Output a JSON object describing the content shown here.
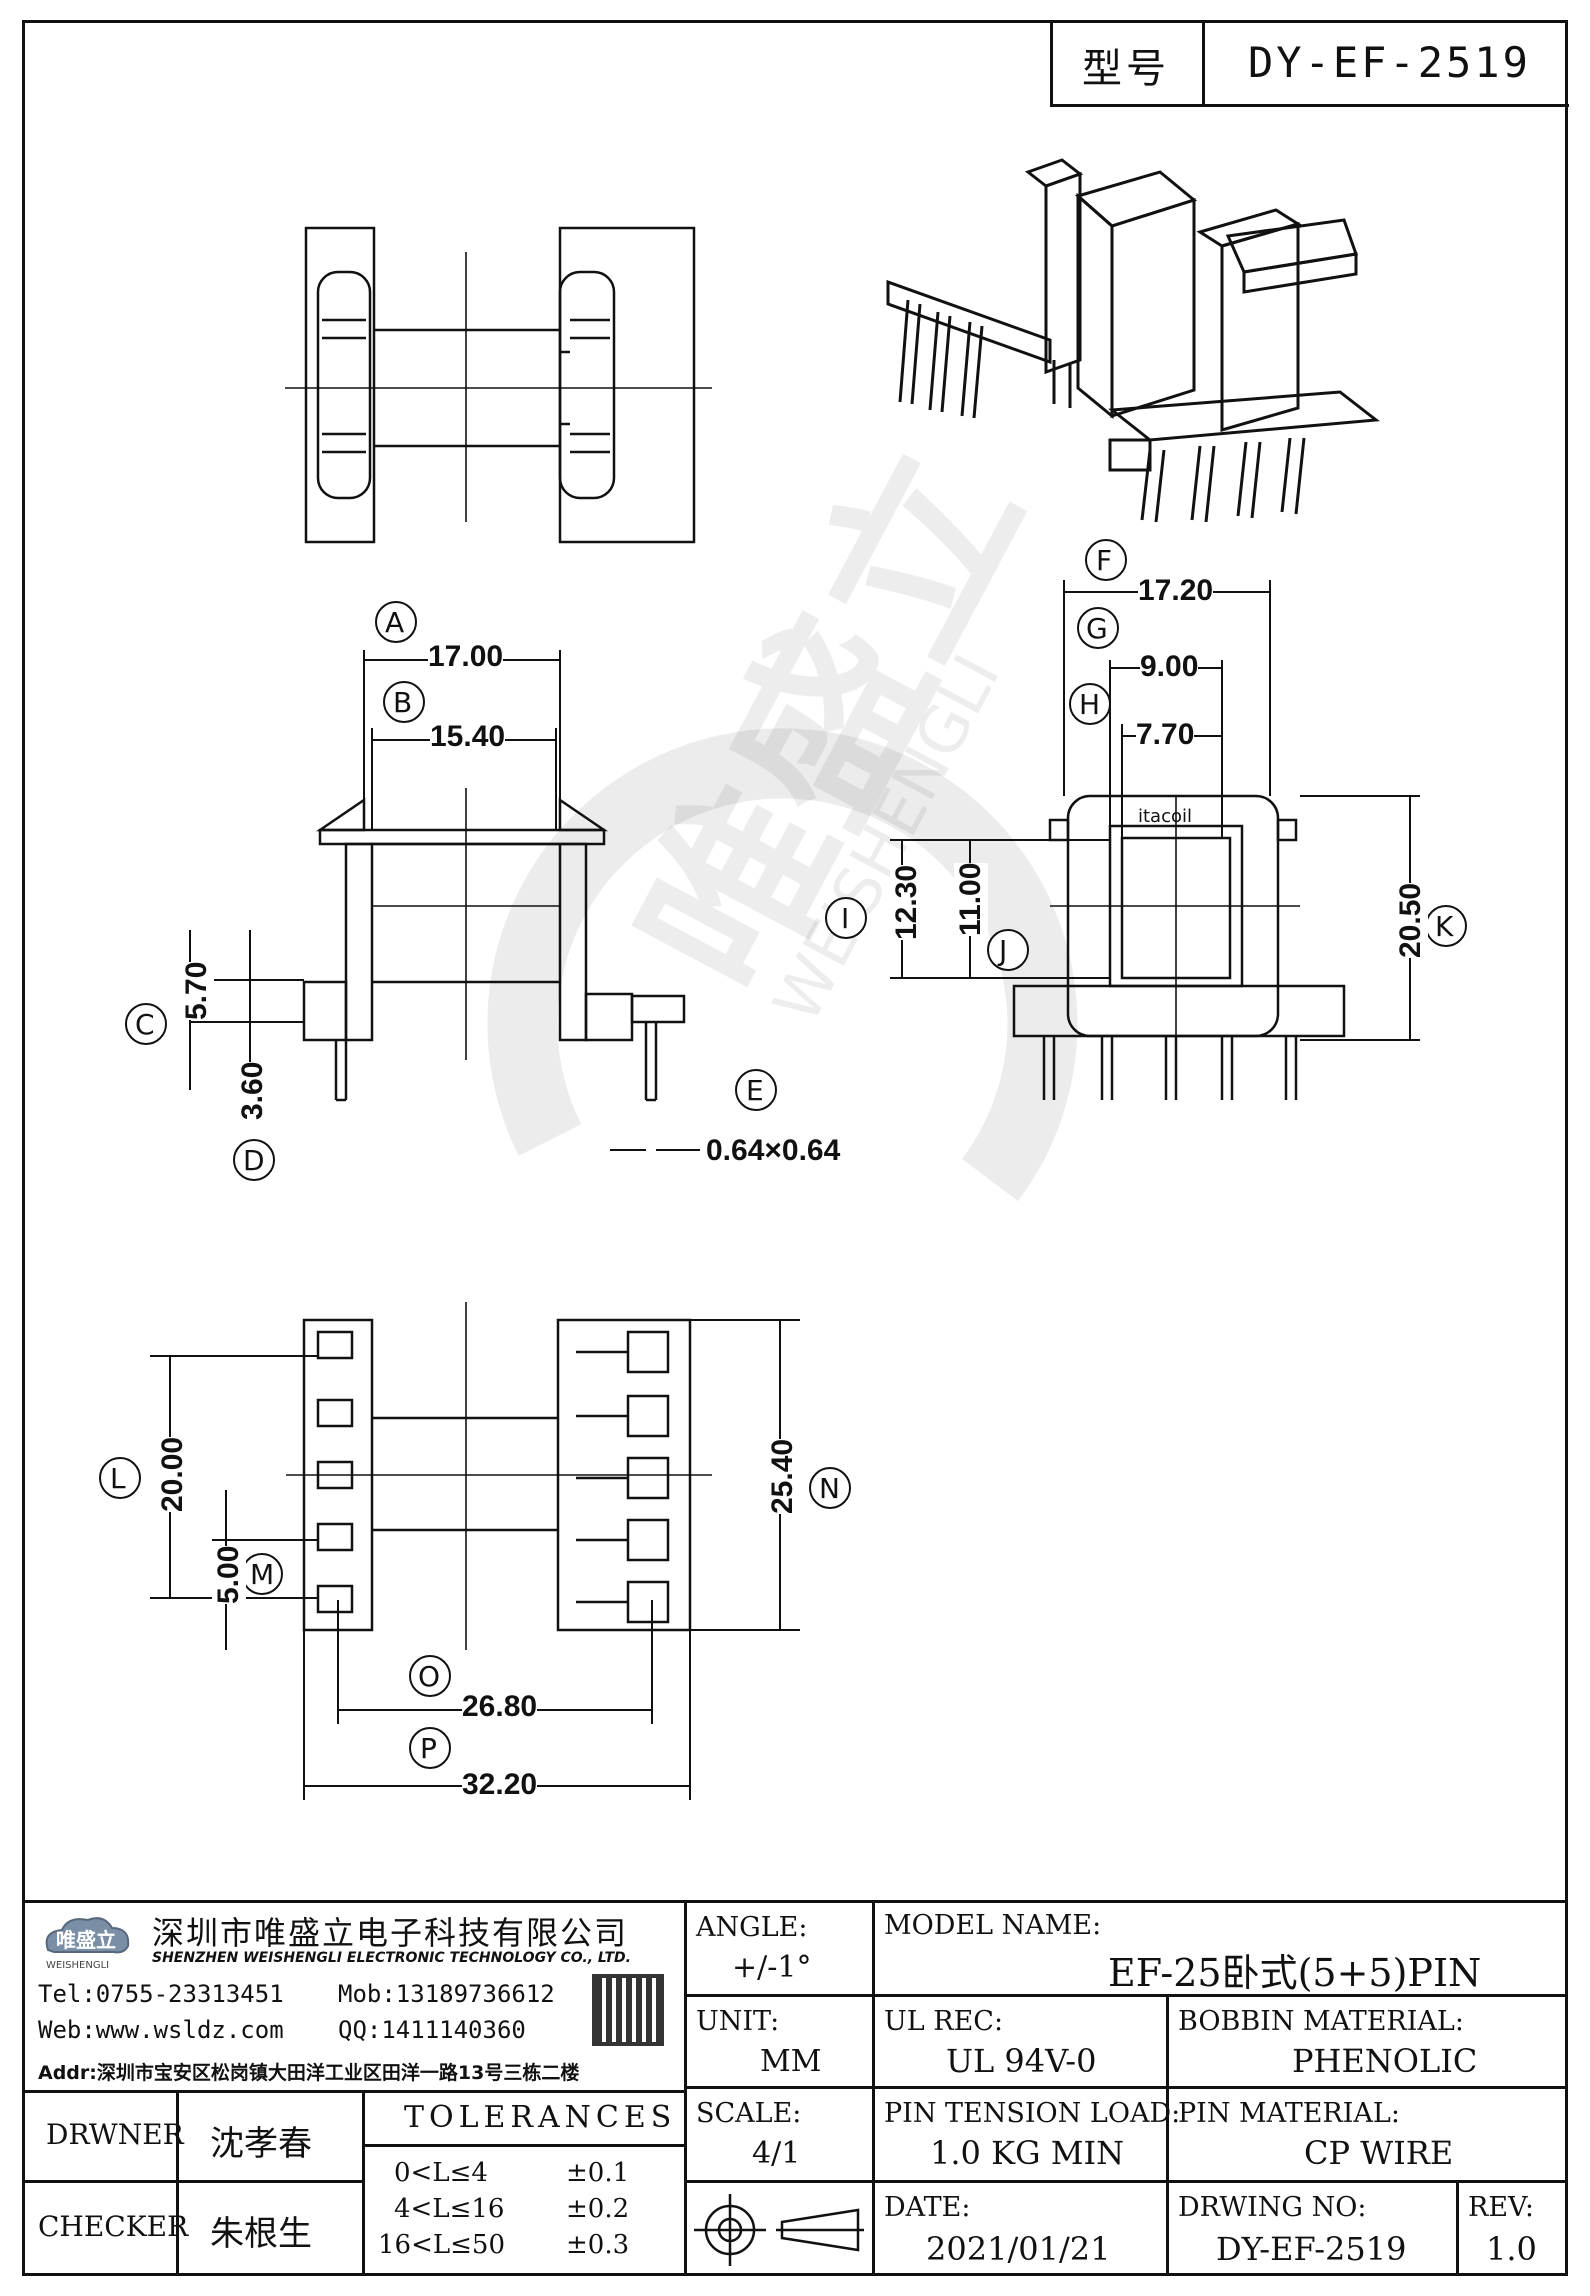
{
  "title_block_top": {
    "type_label": "型号",
    "type_value": "DY-EF-2519"
  },
  "dims": {
    "A": "17.00",
    "B": "15.40",
    "C": "5.70",
    "D": "3.60",
    "E": "0.64×0.64",
    "F": "17.20",
    "G": "9.00",
    "H": "7.70",
    "I": "12.30",
    "J": "11.00",
    "K": "20.50",
    "L": "20.00",
    "M": "5.00",
    "N": "25.40",
    "O": "26.80",
    "P": "32.20"
  },
  "dim_letters": [
    "A",
    "B",
    "C",
    "D",
    "E",
    "F",
    "G",
    "H",
    "I",
    "J",
    "K",
    "L",
    "M",
    "N",
    "O",
    "P"
  ],
  "bobbin_marking": "itacoil",
  "watermark": {
    "cn": "唯盛立",
    "en": "WEISHENGLI"
  },
  "company": {
    "logo_text": "唯盛立",
    "logo_sub": "WEISHENGLI",
    "name_cn": "深圳市唯盛立电子科技有限公司",
    "name_en": "SHENZHEN WEISHENGLI ELECTRONIC TECHNOLOGY CO., LTD.",
    "tel": "Tel:0755-23313451",
    "mob": "Mob:13189736612",
    "web": "Web:www.wsldz.com",
    "qq": "QQ:1411140360",
    "addr": "Addr:深圳市宝安区松岗镇大田洋工业区田洋一路13号三栋二楼"
  },
  "title_block": {
    "angle_label": "ANGLE:",
    "angle_value": "+/-1°",
    "model_label": "MODEL NAME:",
    "model_value": "EF-25卧式(5+5)PIN",
    "unit_label": "UNIT:",
    "unit_value": "MM",
    "ul_label": "UL REC:",
    "ul_value": "UL 94V-0",
    "bobbin_label": "BOBBIN MATERIAL:",
    "bobbin_value": "PHENOLIC",
    "scale_label": "SCALE:",
    "scale_value": "4/1",
    "tension_label": "PIN TENSION LOAD:",
    "tension_value": "1.0 KG MIN",
    "pinmat_label": "PIN MATERIAL:",
    "pinmat_value": "CP WIRE",
    "date_label": "DATE:",
    "date_value": "2021/01/21",
    "dwg_label": "DRWING NO:",
    "dwg_value": "DY-EF-2519",
    "rev_label": "REV:",
    "rev_value": "1.0",
    "drawer_label": "DRWNER",
    "drawer_value": "沈孝春",
    "checker_label": "CHECKER",
    "checker_value": "朱根生",
    "tol_title": "TOLERANCES",
    "tol_rows": [
      {
        "range": "0<L≤4",
        "tol": "±0.1"
      },
      {
        "range": "4<L≤16",
        "tol": "±0.2"
      },
      {
        "range": "16<L≤50",
        "tol": "±0.3"
      }
    ]
  }
}
